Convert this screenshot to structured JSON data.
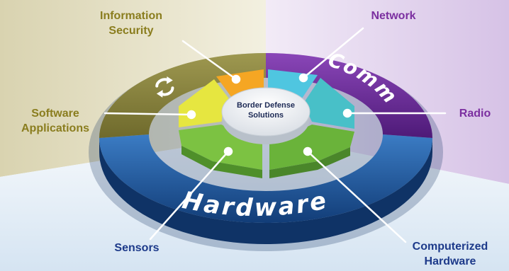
{
  "center": {
    "line1": "Border Defense",
    "line2": "Solutions"
  },
  "ring_labels": {
    "comm": "Comm",
    "hardware": "Hardware"
  },
  "callouts": {
    "information_security": {
      "line1": "Information",
      "line2": "Security"
    },
    "network": "Network",
    "software_applications": {
      "line1": "Software",
      "line2": "Applications"
    },
    "radio": "Radio",
    "sensors": "Sensors",
    "computerized_hardware": {
      "line1": "Computerized",
      "line2": "Hardware"
    }
  },
  "colors": {
    "security_text": "#8a7d1e",
    "network_text": "#7b2fa0",
    "software_text": "#8a7d1e",
    "radio_text": "#7b2fa0",
    "sensors_text": "#1d3a8a",
    "computerized_text": "#1d3a8a",
    "olive_ring": "#8c8640",
    "purple_ring": "#6a2a9a",
    "blue_ring": "#1f5a9e",
    "orange_segment": "#f5a623",
    "yellow_segment": "#e6e640",
    "green_segment": "#7cc242",
    "cyan_segment": "#4fc6e0",
    "teal_segment": "#48c0c8"
  },
  "icons": {
    "refresh": "refresh-arrows-icon"
  }
}
